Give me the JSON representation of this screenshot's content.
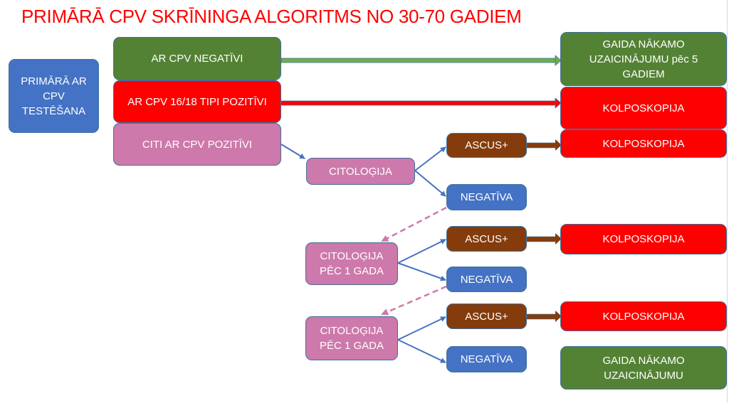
{
  "title": "PRIMĀRĀ CPV SKRĪNINGA ALGORITMS NO 30-70 GADIEM",
  "colors": {
    "title": "#ff0000",
    "green": "#548235",
    "red": "#ff0000",
    "pink": "#cd79ab",
    "blue": "#4472c4",
    "brown": "#843c0c"
  },
  "nodes": {
    "start": "PRIMĀRĀ AR CPV TESTĒŠANA",
    "hpv_negative": "AR CPV NEGATĪVI",
    "hpv_16_18_positive": "AR CPV 16/18 TIPI POZITĪVI",
    "other_hpv_positive": "CITI AR CPV POZITĪVI",
    "wait_5_years": "GAIDA NĀKAMO UZAICINĀJUMU pēc 5 GADIEM",
    "colposcopy_1": "KOLPOSKOPIJA",
    "colposcopy_2": "KOLPOSKOPIJA",
    "cytology_1": "CITOLOĢIJA",
    "ascus_1": "ASCUS+",
    "negative_1": "NEGATĪVA",
    "cytology_2": "CITOLOĢIJA PĒC 1 GADA",
    "ascus_2": "ASCUS+",
    "negative_2": "NEGATĪVA",
    "colposcopy_3": "KOLPOSKOPIJA",
    "cytology_3": "CITOLOĢIJA PĒC 1 GADA",
    "ascus_3": "ASCUS+",
    "negative_3": "NEGATĪVA",
    "colposcopy_4": "KOLPOSKOPIJA",
    "wait_next": "GAIDA NĀKAMO UZAICINĀJUMU"
  },
  "edges": [
    {
      "from": "hpv_negative",
      "to": "wait_5_years",
      "style": "solid-green"
    },
    {
      "from": "hpv_16_18_positive",
      "to": "colposcopy_1",
      "style": "solid-red"
    },
    {
      "from": "other_hpv_positive",
      "to": "cytology_1",
      "style": "solid-blue"
    },
    {
      "from": "cytology_1",
      "to": "ascus_1",
      "style": "solid-blue"
    },
    {
      "from": "cytology_1",
      "to": "negative_1",
      "style": "solid-blue"
    },
    {
      "from": "ascus_1",
      "to": "colposcopy_2",
      "style": "solid-brown"
    },
    {
      "from": "negative_1",
      "to": "cytology_2",
      "style": "dashed-pink"
    },
    {
      "from": "cytology_2",
      "to": "ascus_2",
      "style": "solid-blue"
    },
    {
      "from": "cytology_2",
      "to": "negative_2",
      "style": "solid-blue"
    },
    {
      "from": "ascus_2",
      "to": "colposcopy_3",
      "style": "solid-brown"
    },
    {
      "from": "negative_2",
      "to": "cytology_3",
      "style": "dashed-pink"
    },
    {
      "from": "cytology_3",
      "to": "ascus_3",
      "style": "solid-blue"
    },
    {
      "from": "cytology_3",
      "to": "negative_3",
      "style": "solid-blue"
    },
    {
      "from": "ascus_3",
      "to": "colposcopy_4",
      "style": "solid-brown"
    }
  ]
}
